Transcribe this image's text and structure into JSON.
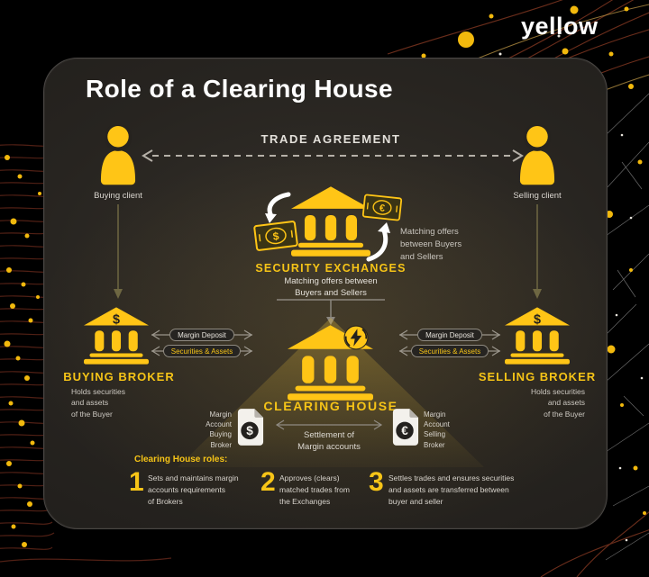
{
  "brand": {
    "logo_text": "yellow"
  },
  "card": {
    "title": "Role of a Clearing House"
  },
  "diagram": {
    "trade_agreement_label": "TRADE AGREEMENT",
    "buying_client": {
      "label": "Buying client"
    },
    "selling_client": {
      "label": "Selling client"
    },
    "security_exchanges": {
      "title": "SECURITY EXCHANGES",
      "subtitle": "Matching offers between\nBuyers and Sellers",
      "side_note": "Matching offers\nbetween Buyers\nand Sellers",
      "dollar_symbol": "$",
      "euro_symbol": "€"
    },
    "buying_broker": {
      "title": "BUYING BROKER",
      "subtitle": "Holds securities\nand assets\nof the Buyer",
      "roof_symbol": "$"
    },
    "selling_broker": {
      "title": "SELLING BROKER",
      "subtitle": "Holds securities\nand assets\nof the Buyer",
      "roof_symbol": "$"
    },
    "left_links": {
      "margin_deposit": "Margin Deposit",
      "securities_assets": "Securities & Assets"
    },
    "right_links": {
      "margin_deposit": "Margin Deposit",
      "securities_assets": "Securities & Assets"
    },
    "clearing_house": {
      "title": "CLEARING HOUSE",
      "settlement_label": "Settlement of\nMargin accounts",
      "margin_account_buying": "Margin\nAccount\nBuying\nBroker",
      "margin_account_selling": "Margin\nAccount\nSelling\nBroker",
      "doc_dollar_symbol": "$",
      "doc_euro_symbol": "€"
    }
  },
  "roles": {
    "heading": "Clearing House roles:",
    "items": [
      {
        "number": "1",
        "text": "Sets and maintains margin\naccounts requirements\nof Brokers"
      },
      {
        "number": "2",
        "text": "Approves (clears)\nmatched trades from\nthe Exchanges"
      },
      {
        "number": "3",
        "text": "Settles trades and ensures securities\nand assets are transferred between\nbuyer and seller"
      }
    ]
  },
  "colors": {
    "accent": "#FFC516",
    "background": "#000000",
    "card_background": "#26231F",
    "text_primary": "#FFFFFF",
    "text_muted": "#C9C5BE"
  }
}
